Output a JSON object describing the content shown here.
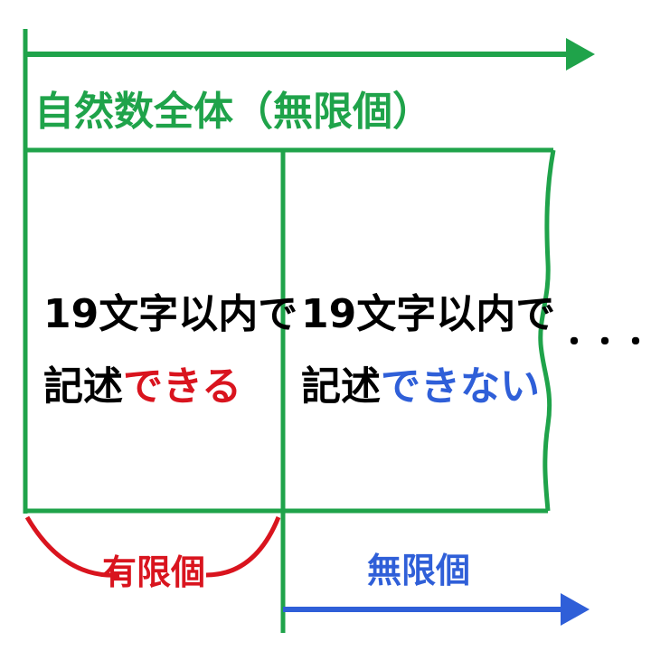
{
  "header": {
    "title": "自然数全体（無限個）"
  },
  "left_box": {
    "line1": "19文字以内で",
    "line2_prefix": "記述",
    "line2_highlight": "できる"
  },
  "right_box": {
    "line1": "19文字以内で",
    "line2_prefix": "記述",
    "line2_highlight": "できない"
  },
  "ellipsis": "・・・",
  "finite_label": "有限個",
  "infinite_label": "無限個",
  "colors": {
    "green": "#1fa34a",
    "red": "#d9141e",
    "blue": "#2f5fd8",
    "black": "#000000"
  }
}
